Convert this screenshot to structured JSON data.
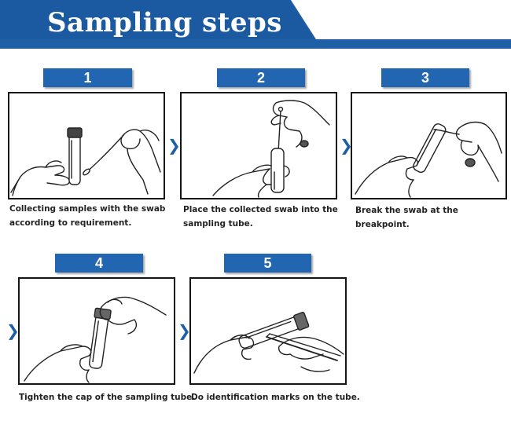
{
  "header": {
    "title": "Sampling steps",
    "color": "#1f5fa6"
  },
  "steps": [
    {
      "number": "1",
      "caption_line1": "Collecting samples with the swab",
      "caption_line2": "according to requirement."
    },
    {
      "number": "2",
      "caption_line1": "Place the collected swab into the",
      "caption_line2": "sampling tube."
    },
    {
      "number": "3",
      "caption_line1": "Break the swab at the breakpoint.",
      "caption_line2": ""
    },
    {
      "number": "4",
      "caption_line1": "Tighten the cap of the sampling tube.",
      "caption_line2": ""
    },
    {
      "number": "5",
      "caption_line1": "Do identification marks on the tube.",
      "caption_line2": ""
    }
  ],
  "connector": {
    "glyph": "❯",
    "icon": "chevron-right-icon",
    "color": "#1c5ea8"
  }
}
